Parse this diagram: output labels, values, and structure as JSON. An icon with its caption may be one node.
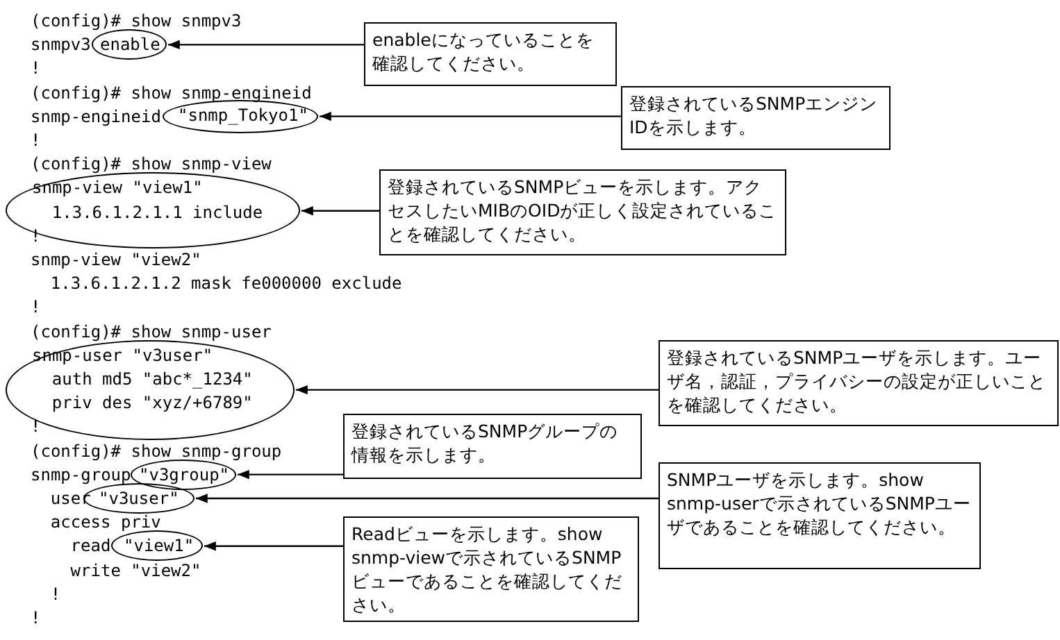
{
  "diagram": {
    "nodes": [
      {
        "text": [
          "enable"
        ]
      },
      {
        "text": [
          "enableになっていることを確認してください。"
        ]
      },
      {
        "text": [
          "\"snmp_Tokyo1\""
        ]
      },
      {
        "text": [
          "登録されているSNMPエンジンIDを示します。"
        ]
      },
      {
        "text": [
          "snmp-view \"view1\"",
          "1.3.6.1.2.1.1 include"
        ]
      },
      {
        "text": [
          "登録されているSNMPビューを示します。アクセスしたいMIBのOIDが正しく設定されていることを確認してください。"
        ]
      },
      {
        "text": [
          "snmp-user \"v3user\"",
          "auth md5 \"abc*_1234\"",
          "priv des \"xyz/+6789\""
        ]
      },
      {
        "text": [
          "登録されているSNMPユーザを示します。ユーザ名，認証，プライバシーの設定が正しいことを確認してください。"
        ]
      },
      {
        "text": [
          "\"v3group\""
        ]
      },
      {
        "text": [
          "登録されているSNMPグループの情報を示します。"
        ]
      },
      {
        "text": [
          "\"v3user\""
        ]
      },
      {
        "text": [
          "SNMPユーザを示します。show snmp-userで示されているSNMPユーザであることを確認してください。"
        ]
      },
      {
        "text": [
          "\"view1\""
        ]
      },
      {
        "text": [
          "Readビューを示します。show snmp-viewで示されているSNMPビューであることを確認してください。"
        ]
      }
    ],
    "edges": [
      {
        "from": 1,
        "to": 0,
        "arrow": "to"
      },
      {
        "from": 3,
        "to": 2,
        "arrow": "to"
      },
      {
        "from": 5,
        "to": 4,
        "arrow": "to"
      },
      {
        "from": 7,
        "to": 6,
        "arrow": "to"
      },
      {
        "from": 9,
        "to": 8,
        "arrow": "to"
      },
      {
        "from": 11,
        "to": 10,
        "arrow": "to"
      },
      {
        "from": 13,
        "to": 12,
        "arrow": "to"
      }
    ],
    "labels": [
      "(config)# show snmpv3",
      "snmpv3",
      "!",
      "(config)# show snmp-engineid",
      "snmp-engineid",
      "!",
      "(config)# show snmp-view",
      "!",
      "snmp-view \"view2\"",
      "1.3.6.1.2.1.2 mask fe000000 exclude",
      "!",
      "(config)# show snmp-user",
      "!",
      "(config)# show snmp-group",
      "snmp-group",
      "user",
      "access priv",
      "read",
      "write \"view2\"",
      "!",
      "!"
    ]
  }
}
